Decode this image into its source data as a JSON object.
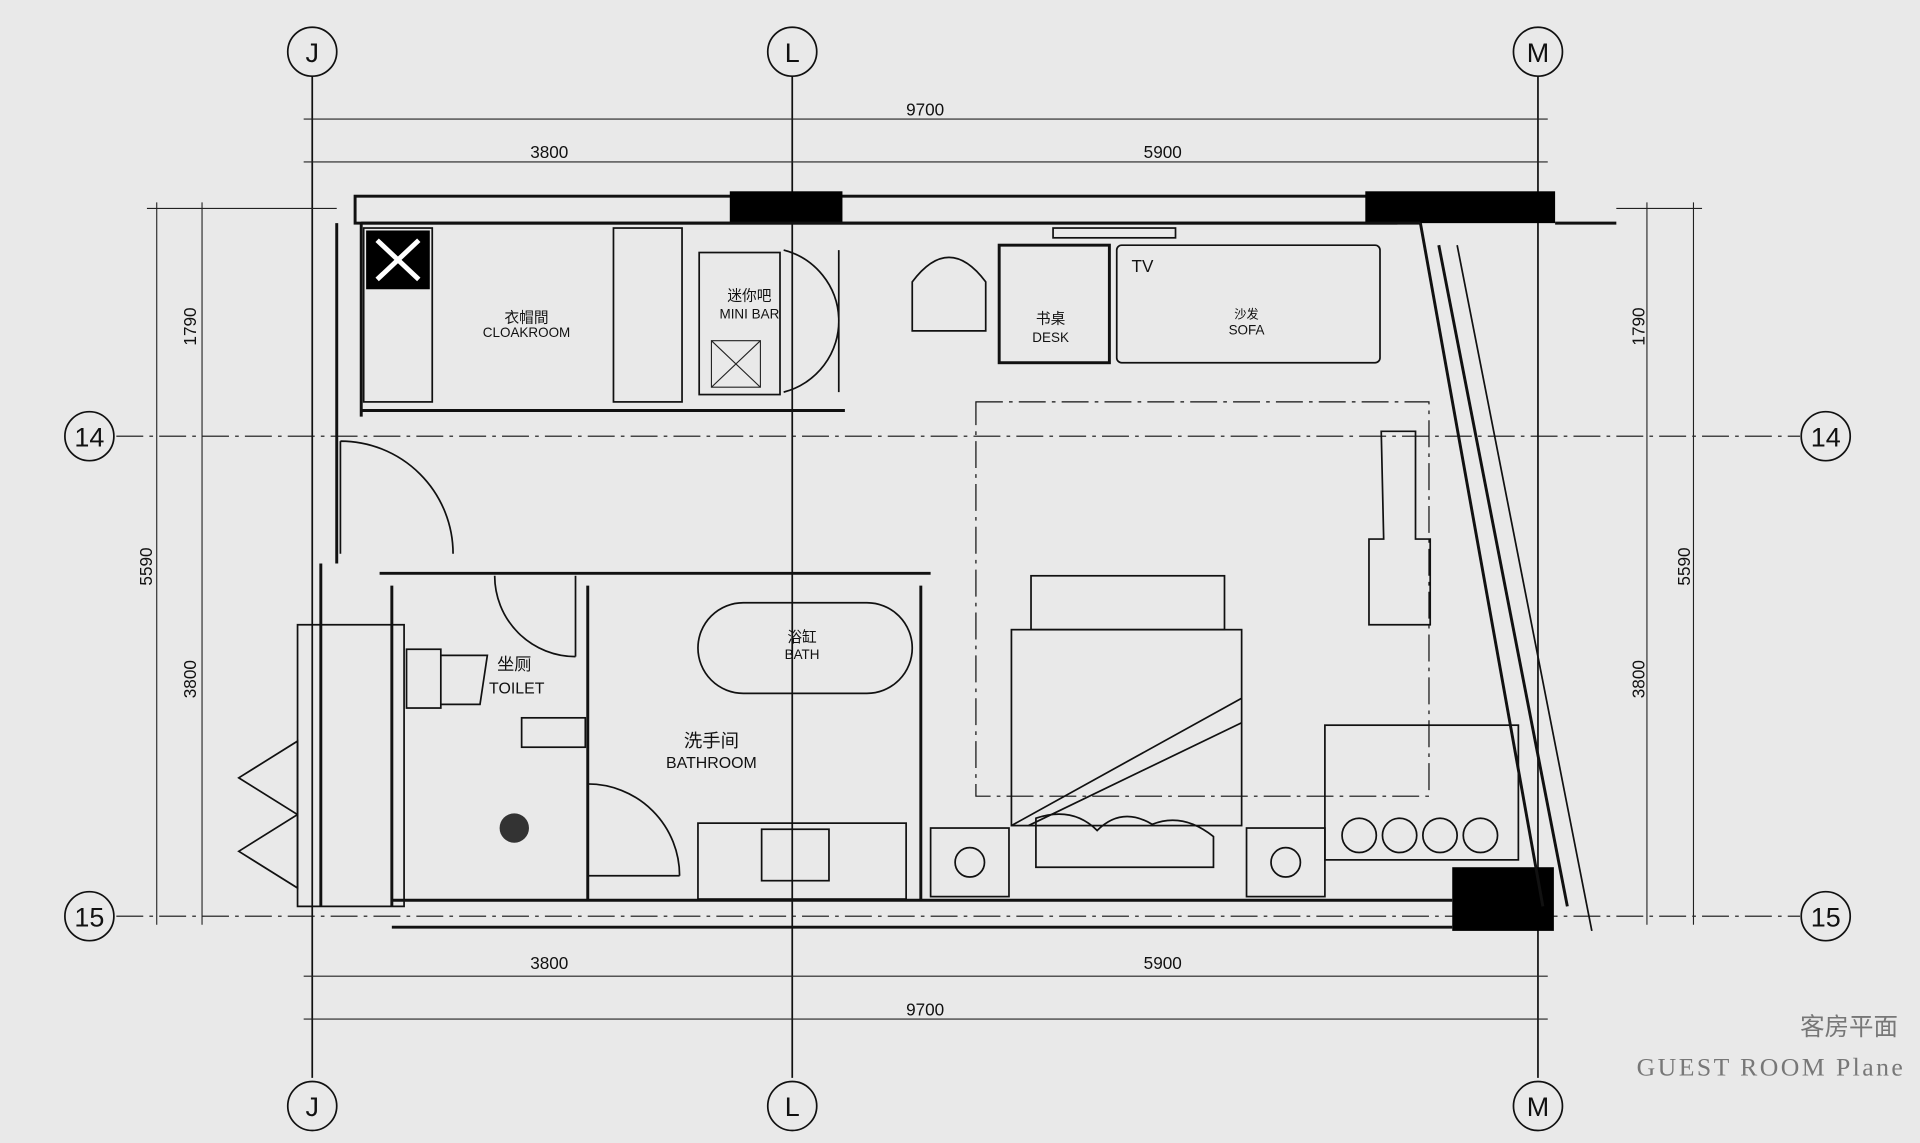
{
  "axes": {
    "J": "J",
    "L": "L",
    "M": "M",
    "r14": "14",
    "r15": "15"
  },
  "dimensions": {
    "top_total": "9700",
    "top_left": "3800",
    "top_right": "5900",
    "bottom_total": "9700",
    "bottom_left": "3800",
    "bottom_right": "5900",
    "left_upper": "1790",
    "left_total": "5590",
    "left_lower": "3800",
    "right_upper": "1790",
    "right_total": "5590",
    "right_lower": "3800"
  },
  "rooms": {
    "cloakroom_cn": "衣帽間",
    "cloakroom_en": "CLOAKROOM",
    "minibar_cn": "迷你吧",
    "minibar_en": "MINI BAR",
    "desk_cn": "书桌",
    "desk_en": "DESK",
    "tv": "TV",
    "sofa_cn": "沙发",
    "sofa_en": "SOFA",
    "bath_cn": "浴缸",
    "bath_en": "BATH",
    "toilet_cn": "坐厕",
    "toilet_en": "TOILET",
    "bathroom_cn": "洗手间",
    "bathroom_en": "BATHROOM"
  },
  "title": {
    "cn": "客房平面",
    "en": "GUEST ROOM Plane"
  }
}
